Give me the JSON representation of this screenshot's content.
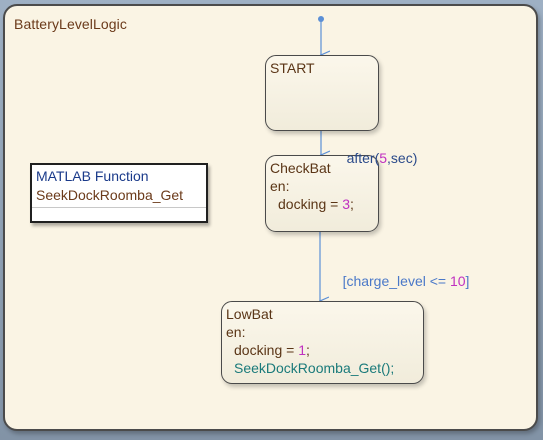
{
  "chart": {
    "title": "BatteryLevelLogic"
  },
  "states": {
    "start": {
      "name": "START"
    },
    "checkbat": {
      "name": "CheckBat",
      "action_label": "en:",
      "action_var": "docking = ",
      "action_value": "3",
      "action_end": ";"
    },
    "lowbat": {
      "name": "LowBat",
      "action_label": "en:",
      "action_var": "docking = ",
      "action_value": "1",
      "action_end": ";",
      "call": "SeekDockRoomba_Get();"
    }
  },
  "matlab_function": {
    "kind": "MATLAB Function",
    "name": "SeekDockRoomba_Get"
  },
  "transitions": {
    "start_to_check": {
      "prefix": "after(",
      "value": "5",
      "suffix": ",sec)"
    },
    "check_to_low": {
      "prefix": "[charge_level <= ",
      "value": "10",
      "suffix": "]"
    }
  },
  "colors": {
    "transition": "#5b8fd6",
    "state_border": "#4a4a4a",
    "chart_bg": "#faf4e4"
  }
}
